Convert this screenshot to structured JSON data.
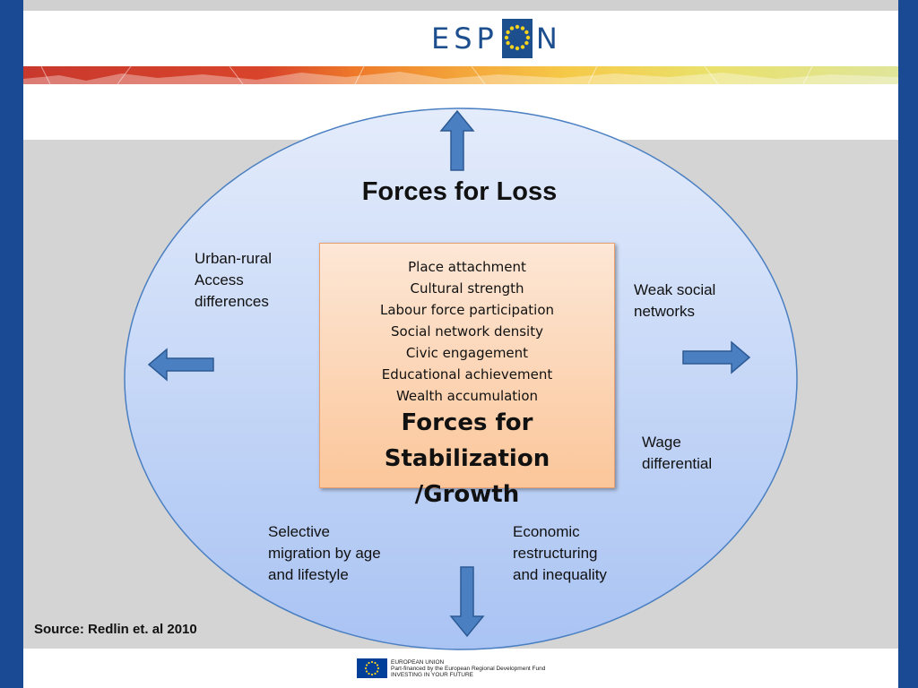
{
  "header": {
    "logo_letters_left": "ESP",
    "logo_letter_right": "N"
  },
  "diagram": {
    "top_title": "Forces for Loss",
    "factors": [
      "Place attachment",
      "Cultural strength",
      "Labour force participation",
      "Social network density",
      "Civic engagement",
      "Educational achievement",
      "Wealth accumulation"
    ],
    "center_title_line1": "Forces for Stabilization",
    "center_title_line2": "/Growth",
    "left_label": [
      "Urban-rural",
      "Access",
      "differences"
    ],
    "right_upper_label": [
      "Weak social",
      "networks"
    ],
    "right_lower_label": [
      "Wage",
      "differential"
    ],
    "bottom_left_label": [
      "Selective",
      "migration by age",
      "and lifestyle"
    ],
    "bottom_right_label": [
      "Economic",
      "restructuring",
      "and inequality"
    ]
  },
  "source": "Source: Redlin et. al 2010",
  "footer": {
    "eu_line1": "EUROPEAN UNION",
    "eu_line2": "Part-financed by the European Regional Development Fund",
    "eu_line3": "INVESTING IN YOUR FUTURE"
  },
  "colors": {
    "blue_frame": "#1a4a94",
    "arrow_blue": "#4a7fc1",
    "arrow_orange": "#e87722",
    "ellipse_top": "#e4ecfb",
    "ellipse_bottom": "#a9c3f3"
  }
}
